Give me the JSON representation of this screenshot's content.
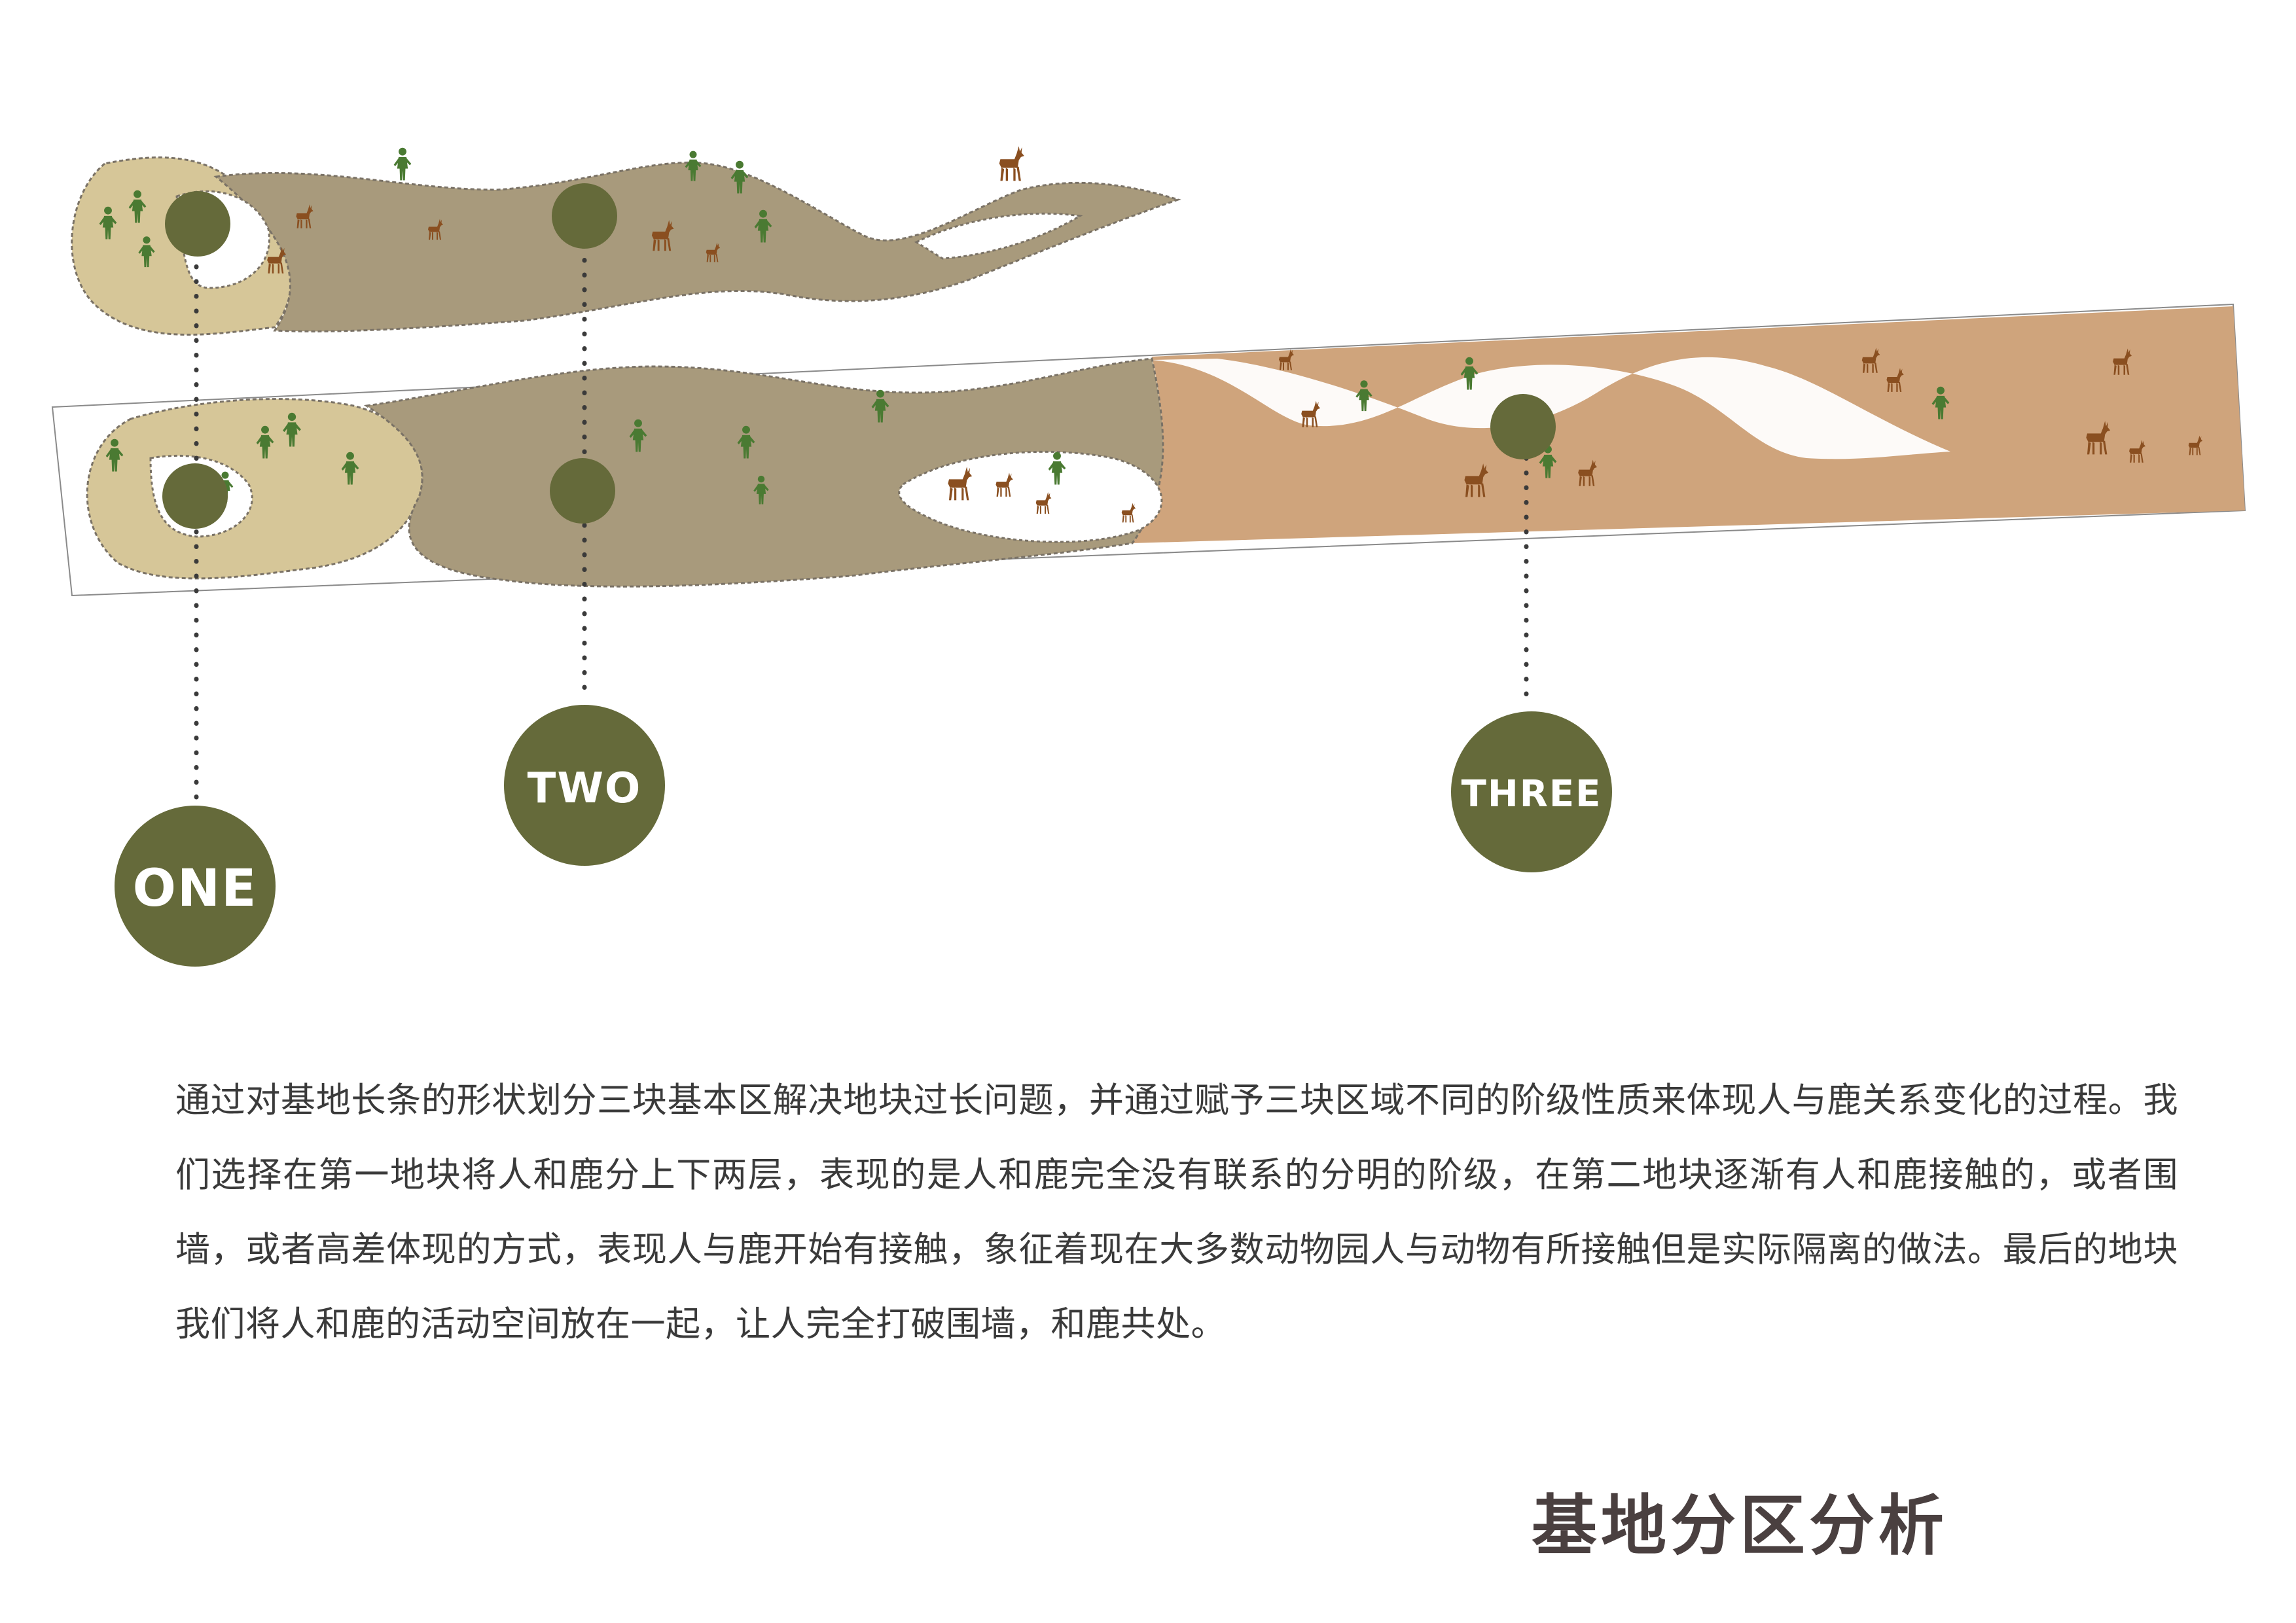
{
  "zones": [
    {
      "id": "one",
      "label": "ONE"
    },
    {
      "id": "two",
      "label": "TWO"
    },
    {
      "id": "three",
      "label": "THREE"
    }
  ],
  "description": "通过对基地长条的形状划分三块基本区解决地块过长问题，并通过赋予三块区域不同的阶级性质来体现人与鹿关系变化的过程。我们选择在第一地块将人和鹿分上下两层，表现的是人和鹿完全没有联系的分明的阶级，在第二地块逐渐有人和鹿接触的，或者围墙，或者高差体现的方式，表现人与鹿开始有接触，象征着现在大多数动物园人与动物有所接触但是实际隔离的做法。最后的地块我们将人和鹿的活动空间放在一起，让人完全打破围墙，和鹿共处。",
  "title": "基地分区分析",
  "colors": {
    "marker": "#656a3a",
    "zone_one_fill": "#d6c698",
    "zone_two_fill": "#a89a7c",
    "zone_three_fill": "#cfa47c",
    "human_figure": "#4a7a32",
    "deer_figure": "#8a4f20"
  },
  "icons": [
    "human-figure-icon",
    "deer-icon"
  ]
}
